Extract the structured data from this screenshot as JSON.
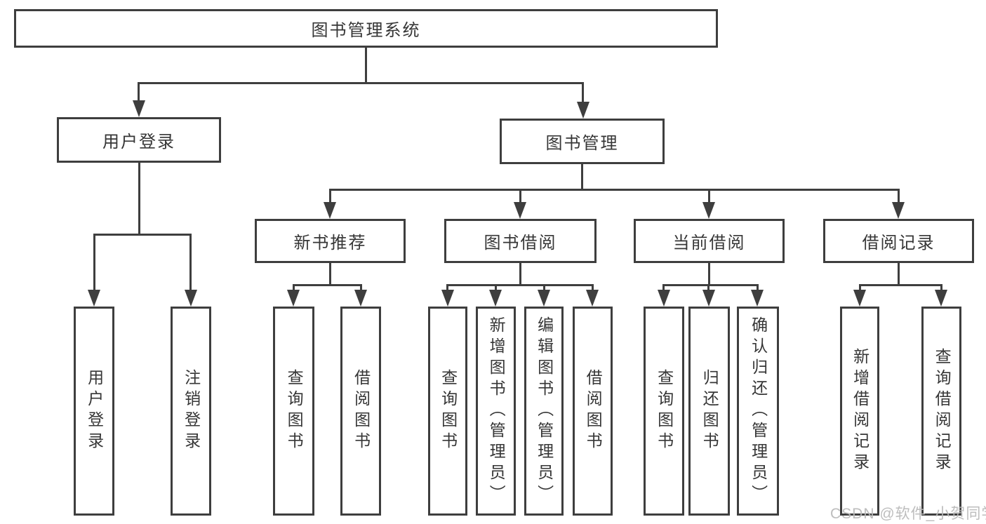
{
  "diagram": {
    "root": {
      "label": "图书管理系统"
    },
    "branches": [
      {
        "label": "用户登录",
        "children": [
          {
            "label": "用户登录"
          },
          {
            "label": "注销登录"
          }
        ]
      },
      {
        "label": "图书管理",
        "children": [
          {
            "label": "新书推荐",
            "children": [
              {
                "label": "查询图书"
              },
              {
                "label": "借阅图书"
              }
            ]
          },
          {
            "label": "图书借阅",
            "children": [
              {
                "label": "查询图书"
              },
              {
                "label": "新增图书（管理员）"
              },
              {
                "label": "编辑图书（管理员）"
              },
              {
                "label": "借阅图书"
              }
            ]
          },
          {
            "label": "当前借阅",
            "children": [
              {
                "label": "查询图书"
              },
              {
                "label": "归还图书"
              },
              {
                "label": "确认归还（管理员）"
              }
            ]
          },
          {
            "label": "借阅记录",
            "children": [
              {
                "label": "新增借阅记录"
              },
              {
                "label": "查询借阅记录"
              }
            ]
          }
        ]
      }
    ],
    "watermark": "CSDN @软件_小贺同学",
    "colors": {
      "line": "#3e3e3e",
      "text": "#363636",
      "watermark": "#b9b9b9",
      "background": "#ffffff"
    }
  }
}
